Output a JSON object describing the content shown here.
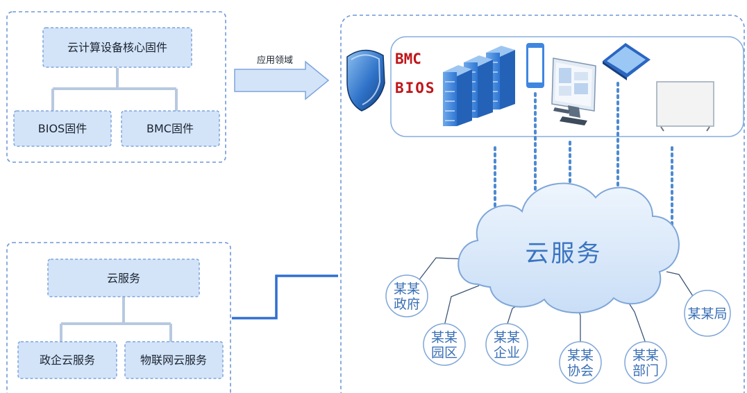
{
  "top_group": {
    "root": "云计算设备核心固件",
    "children": [
      "BIOS固件",
      "BMC固件"
    ]
  },
  "bottom_group": {
    "root": "云服务",
    "children": [
      "政企云服务",
      "物联网云服务"
    ]
  },
  "arrow_label": "应用领域",
  "firmware_labels": [
    "BMC",
    "BIOS"
  ],
  "cloud_label": "云服务",
  "clients": [
    {
      "lines": [
        "某某",
        "政府"
      ]
    },
    {
      "lines": [
        "某某",
        "园区"
      ]
    },
    {
      "lines": [
        "某某",
        "企业"
      ]
    },
    {
      "lines": [
        "某某",
        "协会"
      ]
    },
    {
      "lines": [
        "某某",
        "部门"
      ]
    },
    {
      "lines": [
        "某某局"
      ]
    }
  ],
  "colors": {
    "box_fill": "#d3e4f9",
    "accent_blue": "#2f6fd0",
    "firmware_red": "#c0151a",
    "cloud_text": "#3a74c0"
  },
  "icons": [
    "shield-icon",
    "server-rack-icon",
    "phone-icon",
    "monitor-icon",
    "tablet-icon",
    "tv-icon",
    "cloud-icon"
  ]
}
